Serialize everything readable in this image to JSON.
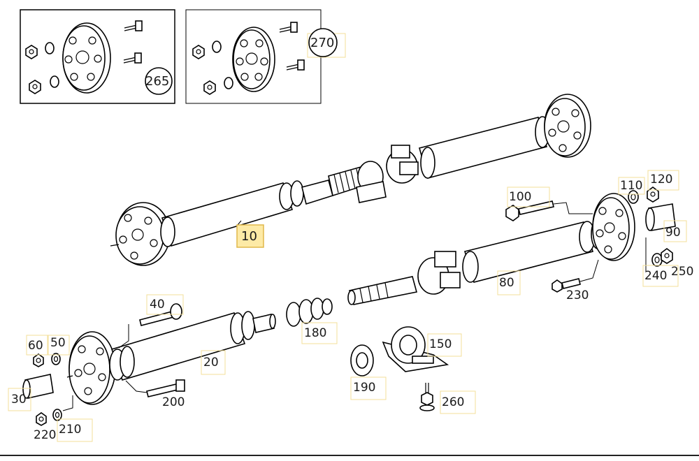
{
  "diagram": {
    "labels": {
      "p10": "10",
      "p20": "20",
      "p30": "30",
      "p40": "40",
      "p50": "50",
      "p60": "60",
      "p80": "80",
      "p90": "90",
      "p100": "100",
      "p110": "110",
      "p120": "120",
      "p150": "150",
      "p180": "180",
      "p190": "190",
      "p200": "200",
      "p210": "210",
      "p220": "220",
      "p230": "230",
      "p240": "240",
      "p250": "250",
      "p260": "260",
      "p265": "265",
      "p270": "270"
    },
    "highlighted_part": "10"
  }
}
